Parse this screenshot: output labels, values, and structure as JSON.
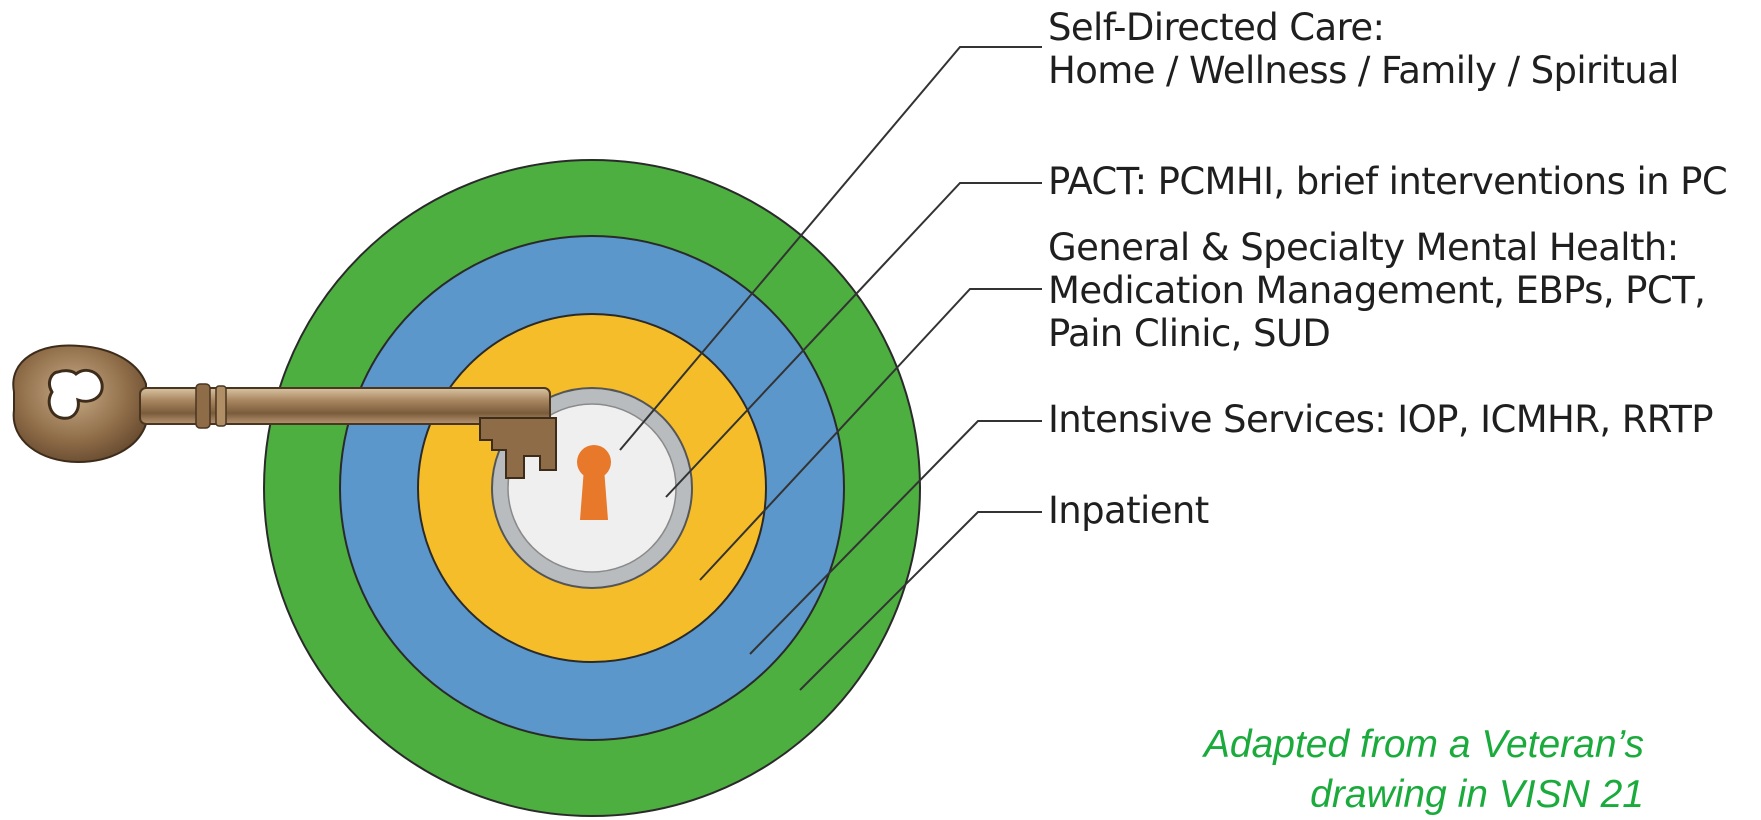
{
  "labels": {
    "self_directed": {
      "line1": "Self-Directed Care:",
      "line2": "Home / Wellness / Family / Spiritual"
    },
    "pact": {
      "line1": "PACT: PCMHI, brief interventions in PC"
    },
    "mental_health": {
      "line1": "General & Specialty Mental Health:",
      "line2": "Medication Management, EBPs, PCT,",
      "line3": "Pain Clinic, SUD"
    },
    "intensive": {
      "line1": "Intensive Services: IOP, ICMHR, RRTP"
    },
    "inpatient": {
      "line1": "Inpatient"
    }
  },
  "attribution": {
    "line1": "Adapted from a Veteran’s",
    "line2": "drawing in VISN 21",
    "color": "#1aab3c"
  },
  "rings": [
    {
      "name": "Inpatient",
      "color": "#4caf3f"
    },
    {
      "name": "Intensive Services",
      "color": "#5b97cb"
    },
    {
      "name": "General & Specialty Mental Health",
      "color": "#f5bd29"
    },
    {
      "name": "PACT",
      "color": "#b8bcbf"
    },
    {
      "name": "Self-Directed Care",
      "color": "#efefef"
    }
  ],
  "keyhole_color": "#e8782a",
  "key_color": "#9a7a55"
}
